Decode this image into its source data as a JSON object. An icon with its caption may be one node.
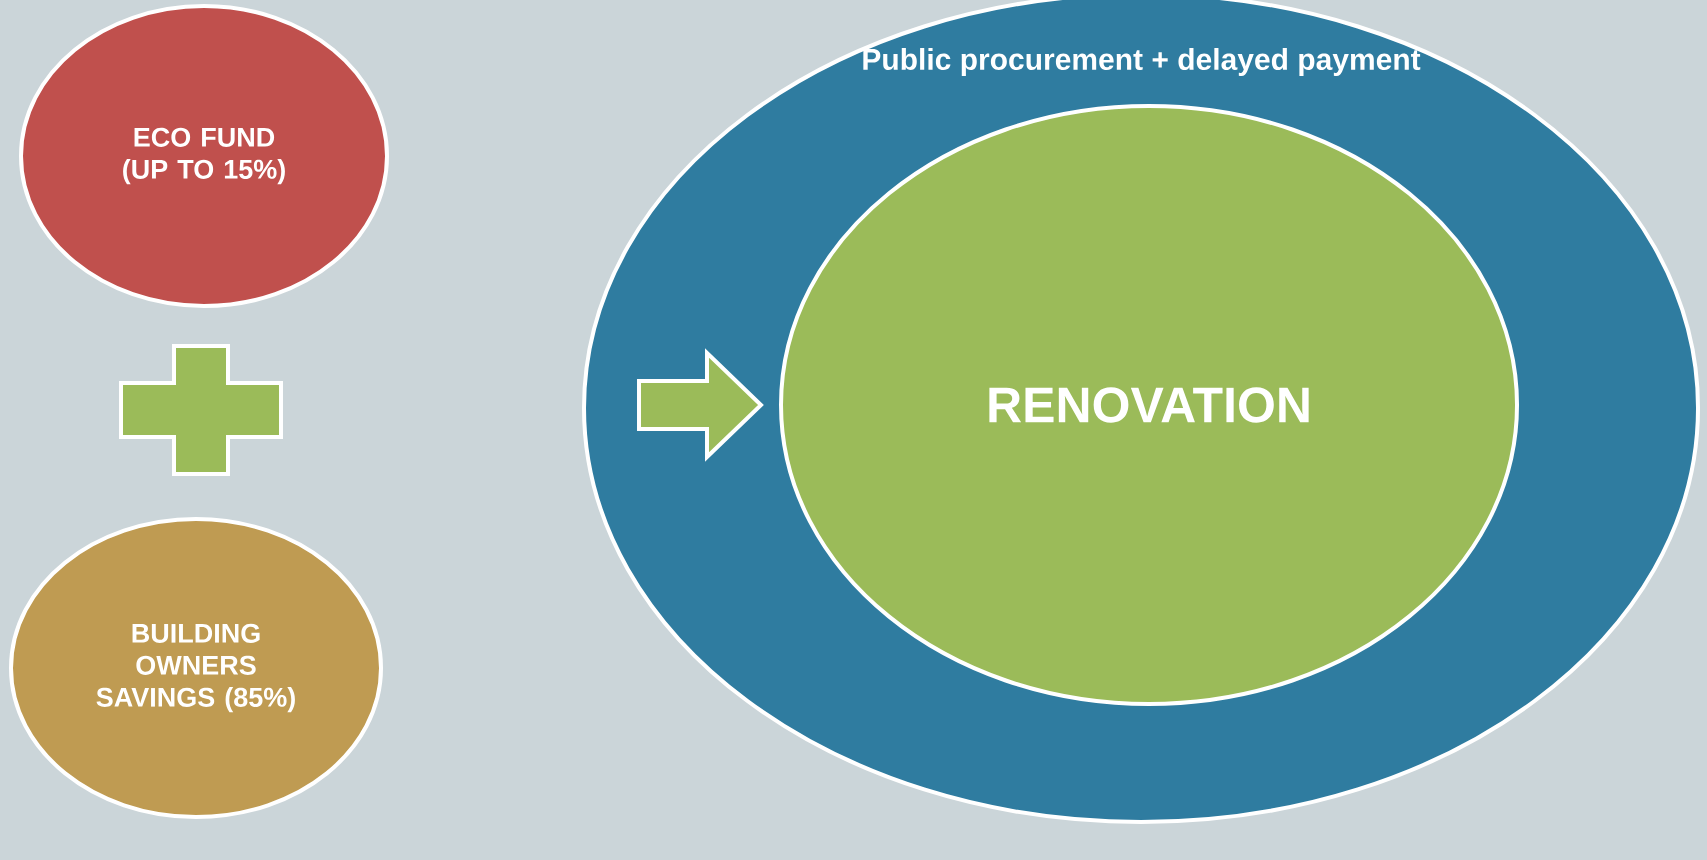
{
  "diagram": {
    "nodes": [
      {
        "text": [
          "ECO FUND (UP TO 15%)"
        ]
      },
      {
        "text": [],
        "shape": "plus"
      },
      {
        "text": [
          "BUILDING OWNERS SAVINGS (85%)"
        ]
      },
      {
        "text": [
          "Public procurement + delayed payment"
        ]
      },
      {
        "text": [
          "RENOVATION"
        ],
        "in": 3
      }
    ],
    "edges": [
      {
        "from": null,
        "to": 4,
        "arrow": "to"
      }
    ]
  }
}
